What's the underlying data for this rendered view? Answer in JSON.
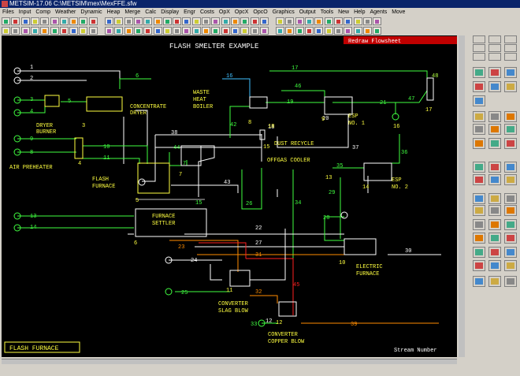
{
  "window": {
    "title": "METSIM-17.06   C:\\METSIM\\mex\\MexFFE.sfw"
  },
  "menu": [
    "Files",
    "Input",
    "Comp",
    "Weather",
    "Dynamic",
    "Heap",
    "Merge",
    "Calc",
    "Display",
    "Engr",
    "Costs",
    "OpX",
    "OpcX",
    "OpcO",
    "Graphics",
    "Output",
    "Tools",
    "New",
    "Help",
    "Agents",
    "Move"
  ],
  "flowsheet": {
    "title": "FLASH SMELTER EXAMPLE",
    "redraw_button": "Redraw Flowsheet",
    "stream_number_label": "Stream Number",
    "current_unit": "FLASH FURNACE",
    "labels": {
      "concentrate_dryer": [
        "CONCENTRATE",
        "DRYER"
      ],
      "waste_heat_boiler": [
        "WASTE",
        "HEAT",
        "BOILER"
      ],
      "dryer_burner": [
        "DRYER",
        "BURNER"
      ],
      "esp1": [
        "ESP",
        "NO. 1"
      ],
      "esp2": [
        "ESP",
        "NO. 2"
      ],
      "dust_recycle": "DUST RECYCLE",
      "offgas_cooler": "OFFGAS COOLER",
      "air_preheater": "AIR PREHEATER",
      "flash_furnace": [
        "FLASH",
        "FURNACE"
      ],
      "furnace_settler": [
        "FURNACE",
        "SETTLER"
      ],
      "electric_furnace": [
        "ELECTRIC",
        "FURNACE"
      ],
      "converter_slag": [
        "CONVERTER",
        "SLAG BLOW"
      ],
      "converter_copper": [
        "CONVERTER",
        "COPPER BLOW"
      ]
    },
    "streams": [
      "1",
      "2",
      "3",
      "4",
      "5",
      "6",
      "7",
      "8",
      "9",
      "10",
      "11",
      "12",
      "13",
      "14",
      "15",
      "16",
      "17",
      "18",
      "19",
      "20",
      "21",
      "22",
      "23",
      "24",
      "25",
      "26",
      "27",
      "28",
      "29",
      "30",
      "31",
      "32",
      "33",
      "34",
      "35",
      "36",
      "37",
      "38",
      "39",
      "42",
      "43",
      "44",
      "45",
      "46",
      "47",
      "48"
    ],
    "unit_numbers": [
      "3",
      "4",
      "5",
      "6",
      "7",
      "8",
      "9",
      "10",
      "11",
      "12",
      "13",
      "14",
      "15",
      "16",
      "17",
      "18"
    ],
    "colors": {
      "white": "#ffffff",
      "yellow": "#ffff40",
      "green": "#40ff40",
      "cyan": "#40c0ff",
      "orange": "#ff8c00",
      "red": "#ff2020",
      "magenta": "#ff40ff",
      "grey": "#c0c0c0",
      "lightgreen": "#b0ff40"
    }
  }
}
